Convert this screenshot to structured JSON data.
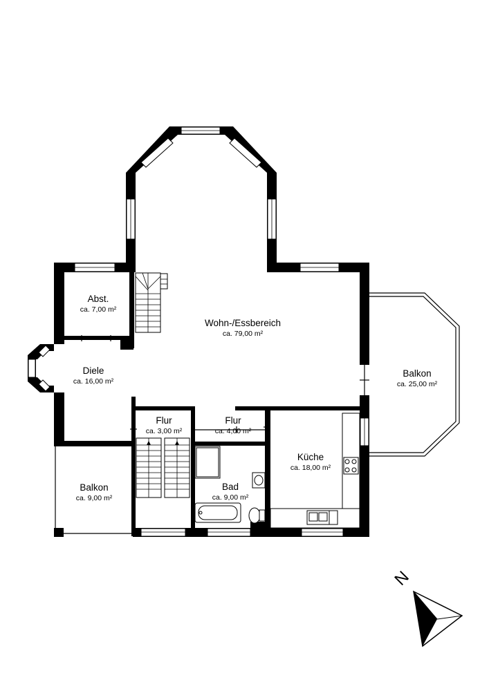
{
  "rooms": {
    "wohn": {
      "name": "Wohn-/Essbereich",
      "area": "ca. 79,00 m²"
    },
    "abst": {
      "name": "Abst.",
      "area": "ca. 7,00 m²"
    },
    "diele": {
      "name": "Diele",
      "area": "ca. 16,00 m²"
    },
    "balkon_east": {
      "name": "Balkon",
      "area": "ca. 25,00 m²"
    },
    "flur_left": {
      "name": "Flur",
      "area": "ca. 3,00 m²"
    },
    "flur_right": {
      "name": "Flur",
      "area": "ca. 4,00 m²"
    },
    "kueche": {
      "name": "Küche",
      "area": "ca. 18,00 m²"
    },
    "bad": {
      "name": "Bad",
      "area": "ca. 9,00 m²"
    },
    "balkon_west": {
      "name": "Balkon",
      "area": "ca. 9,00 m²"
    }
  },
  "compass": {
    "label": "N",
    "icon": "north-arrow-icon"
  },
  "colors": {
    "wall": "#000000",
    "background": "#ffffff"
  }
}
